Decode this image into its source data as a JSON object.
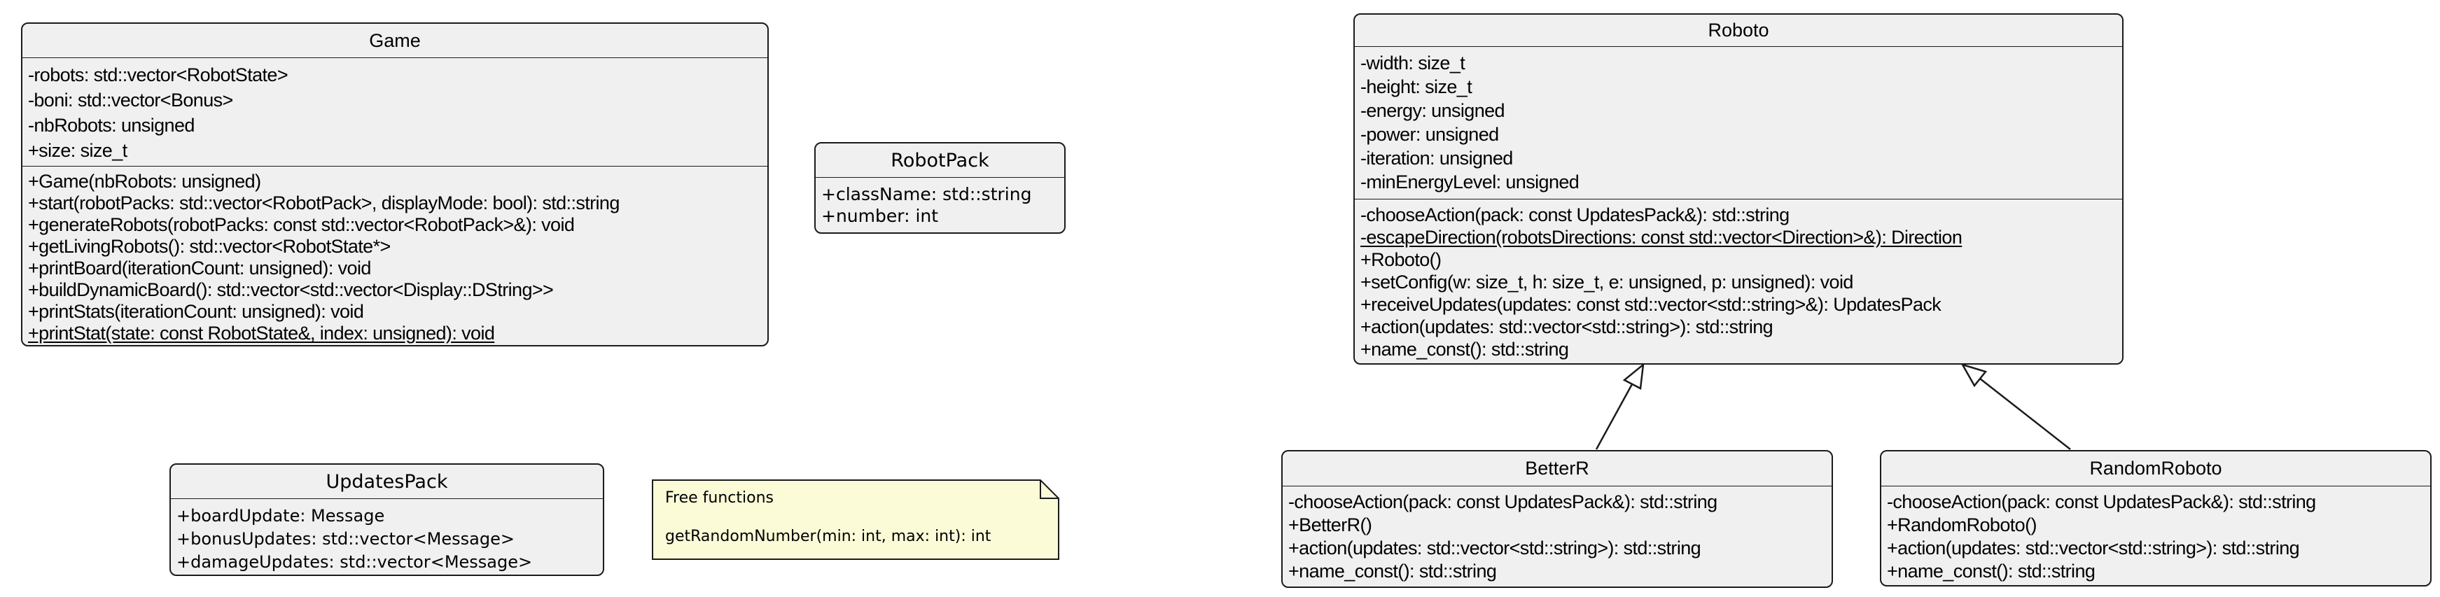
{
  "diagram_type": "uml-class-diagram",
  "colors": {
    "background": "#ffffff",
    "class_fill": "#f0f0f0",
    "class_border": "#1b1b1b",
    "note_fill": "#fbfbd8",
    "note_border": "#1b1b1b",
    "text": "#000000"
  },
  "classes": {
    "game": {
      "title": "Game",
      "attributes": [
        "-robots: std::vector<RobotState>",
        "-boni: std::vector<Bonus>",
        "-nbRobots: unsigned",
        "+size: size_t"
      ],
      "methods": [
        "+Game(nbRobots: unsigned)",
        "+start(robotPacks: std::vector<RobotPack>, displayMode: bool): std::string",
        "+generateRobots(robotPacks: const std::vector<RobotPack>&): void",
        "+getLivingRobots(): std::vector<RobotState*>",
        "+printBoard(iterationCount: unsigned): void",
        "+buildDynamicBoard(): std::vector<std::vector<Display::DString>>",
        "+printStats(iterationCount: unsigned): void",
        "+printStat(state: const RobotState&, index: unsigned): void"
      ]
    },
    "robotpack": {
      "title": "RobotPack",
      "attributes": [
        "+className: std::string",
        "+number: int"
      ]
    },
    "roboto": {
      "title": "Roboto",
      "attributes": [
        "-width: size_t",
        "-height: size_t",
        "-energy: unsigned",
        "-power: unsigned",
        "-iteration: unsigned",
        "-minEnergyLevel: unsigned"
      ],
      "methods": [
        "-chooseAction(pack: const UpdatesPack&): std::string",
        "-escapeDirection(robotsDirections: const std::vector<Direction>&): Direction",
        "+Roboto()",
        "+setConfig(w: size_t, h: size_t, e: unsigned, p: unsigned): void",
        "+receiveUpdates(updates: const std::vector<std::string>&): UpdatesPack",
        "+action(updates: std::vector<std::string>): std::string",
        "+name_const(): std::string"
      ]
    },
    "updatespack": {
      "title": "UpdatesPack",
      "attributes": [
        "+boardUpdate: Message",
        "+bonusUpdates: std::vector<Message>",
        "+damageUpdates: std::vector<Message>"
      ]
    },
    "betterr": {
      "title": "BetterR",
      "methods": [
        "-chooseAction(pack: const UpdatesPack&): std::string",
        "+BetterR()",
        "+action(updates: std::vector<std::string>): std::string",
        "+name_const(): std::string"
      ]
    },
    "randomroboto": {
      "title": "RandomRoboto",
      "methods": [
        "-chooseAction(pack: const UpdatesPack&): std::string",
        "+RandomRoboto()",
        "+action(updates: std::vector<std::string>): std::string",
        "+name_const(): std::string"
      ]
    }
  },
  "note": {
    "title": "Free functions",
    "body": "getRandomNumber(min: int, max: int): int"
  },
  "relations": [
    {
      "from": "BetterR",
      "to": "Roboto",
      "type": "inheritance"
    },
    {
      "from": "RandomRoboto",
      "to": "Roboto",
      "type": "inheritance"
    }
  ]
}
